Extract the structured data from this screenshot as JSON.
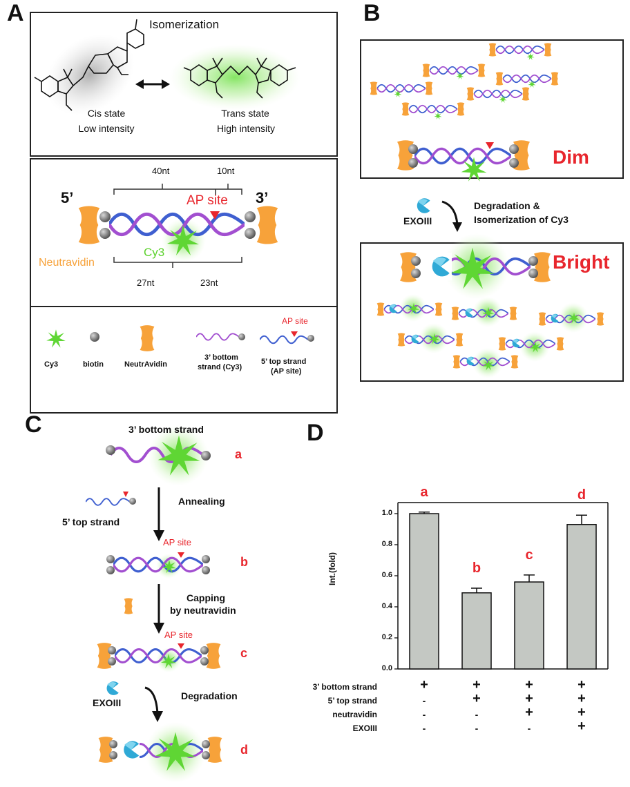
{
  "panels": {
    "a": "A",
    "b": "B",
    "c": "C",
    "d": "D"
  },
  "panelA": {
    "title": "Isomerization",
    "cis": [
      "Cis state",
      "Low intensity"
    ],
    "trans": [
      "Trans state",
      "High intensity"
    ],
    "end5": "5’",
    "end3": "3’",
    "top_lengths": [
      "40nt",
      "10nt"
    ],
    "bottom_lengths": [
      "27nt",
      "23nt"
    ],
    "ap_site": "AP site",
    "cy3": "Cy3",
    "neutravidin": "Neutravidin",
    "legend": {
      "cy3": "Cy3",
      "biotin": "biotin",
      "neutravidin": "NeutrAvidin",
      "bottom": [
        "3’ bottom",
        "strand (Cy3)"
      ],
      "top": [
        "5’ top strand",
        "(AP site)"
      ],
      "ap_site": "AP site"
    }
  },
  "panelB": {
    "dim": "Dim",
    "bright": "Bright",
    "enzyme": "EXOIII",
    "step": [
      "Degradation &",
      "Isomerization of Cy3"
    ]
  },
  "panelC": {
    "bottom_strand": "3’ bottom strand",
    "top_strand": "5’ top strand",
    "annealing": "Annealing",
    "capping": [
      "Capping",
      "by neutravidin"
    ],
    "degradation": "Degradation",
    "enzyme": "EXOIII",
    "ap_site_b": "AP site",
    "ap_site_c": "AP site",
    "labels": [
      "a",
      "b",
      "c",
      "d"
    ]
  },
  "chart_data": {
    "type": "bar",
    "ylabel": "Int.(fold)",
    "ylim": [
      0.0,
      1.0
    ],
    "yticks": [
      "0.0",
      "0.2",
      "0.4",
      "0.6",
      "0.8",
      "1.0"
    ],
    "categories": [
      "a",
      "b",
      "c",
      "d"
    ],
    "values": [
      1.0,
      0.49,
      0.56,
      0.93
    ],
    "errors": [
      0.01,
      0.03,
      0.045,
      0.06
    ],
    "bar_color": "#c4c8c3",
    "label_color": "#e8262d",
    "conditions": [
      {
        "name": "3’ bottom strand",
        "signs": [
          "+",
          "+",
          "+",
          "+"
        ]
      },
      {
        "name": "5’ top strand",
        "signs": [
          "-",
          "+",
          "+",
          "+"
        ]
      },
      {
        "name": "neutravidin",
        "signs": [
          "-",
          "-",
          "+",
          "+"
        ]
      },
      {
        "name": "EXOIII",
        "signs": [
          "-",
          "-",
          "-",
          "+"
        ]
      }
    ]
  }
}
